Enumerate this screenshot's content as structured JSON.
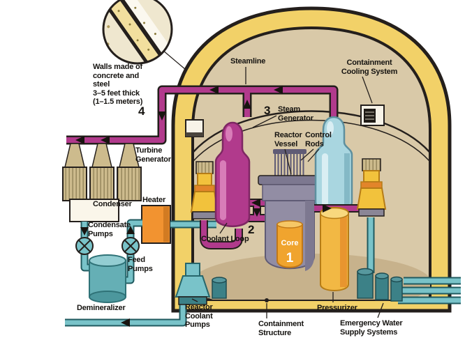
{
  "labels": {
    "wall_note_lines": [
      "Walls made of",
      "concrete and",
      "steel",
      "3–5 feet thick",
      "(1–1.5 meters)"
    ],
    "steamline": "Steamline",
    "containment_cooling": "Containment Cooling System",
    "turbine_generator": "Turbine Generator",
    "condenser": "Condenser",
    "heater": "Heater",
    "condensate_pumps": "Condensate Pumps",
    "feed_pumps": "Feed Pumps",
    "demineralizer": "Demineralizer",
    "coolant_loop": "Coolant Loop",
    "steam_generator": "Steam Generator",
    "reactor_vessel": "Reactor Vessel",
    "control_rods": "Control Rods",
    "core": "Core",
    "reactor_coolant_pumps": "Reactor Coolant Pumps",
    "containment_structure": "Containment Structure",
    "pressurizer": "Pressurizer",
    "emergency_water": "Emergency Water Supply Systems"
  },
  "numbers": {
    "core": "1",
    "coolant_loop": "2",
    "steam_generator": "3",
    "turbine": "4"
  },
  "palette": {
    "ink": "#241f1c",
    "wall-yellow": "#f2d168",
    "interior-tan": "#d9c9a8",
    "floor-tan": "#c7b28c",
    "primary-magenta": "#b13a8c",
    "magenta-edge": "#7e2763",
    "magenta-light": "#dd85bd",
    "vessel-gray": "#928da4",
    "core-orange": "#f0a42e",
    "secondary-blue": "#a9d6e0",
    "pressurizer-yellow": "#f2b844",
    "pipe-teal": "#79c3c9",
    "teal-dark": "#3c8187",
    "turbine-khaki": "#cdbb8d",
    "heater-orange": "#f29330",
    "pump-yellow": "#f2c23c",
    "pump-orange": "#e2852a"
  }
}
